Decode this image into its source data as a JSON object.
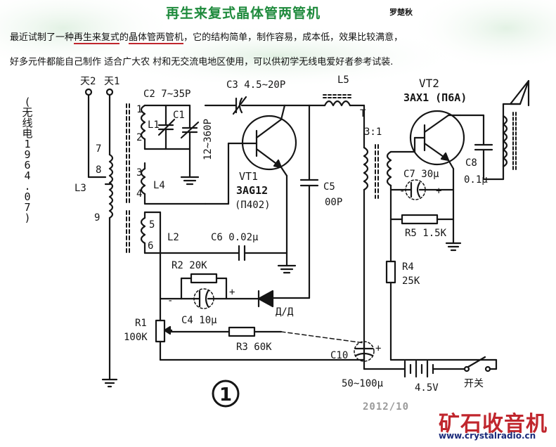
{
  "page": {
    "title": "再生来复式晶体管两管机",
    "author": "罗楚秋",
    "intro_line1": [
      "最近试制了一种",
      "再生来复式",
      "的",
      "晶体管两管机",
      "，它的结构简单，制作容易，成本低，效果比较满意，"
    ],
    "intro_line2": "好多元件都能自己制作 适合广大农 村和无交流电地区使用，可以供初学无线电爱好者参考试装.",
    "source_chars": [
      "(",
      "无",
      "线",
      "电",
      "1",
      "9",
      "6",
      "4",
      ".",
      "0",
      "7",
      ")"
    ],
    "date_watermark": "2012/10",
    "logo_text": "矿石收音机",
    "website": "www.crystalradio.cn",
    "colors": {
      "title": "#1e8a3c",
      "underline": "#c0262d",
      "logo": "#c0262d",
      "ink": "#151515"
    }
  },
  "schematic": {
    "labels": {
      "ant2": "天2",
      "ant1": "天1",
      "c2": "C2 7~35P",
      "c1": "C1",
      "c1_range": "12~360P",
      "c3": "C3 4.5~20P",
      "l5": "L5",
      "t": "T",
      "ratio": "3:1",
      "vt2": "VT2",
      "vt2_type": "3AX1 (П6A)",
      "n1": "1",
      "n2": "2",
      "n3": "3",
      "n4": "4",
      "n5": "5",
      "n6": "6",
      "n7": "7",
      "n8": "8",
      "n9": "9",
      "l1": "L1",
      "l3": "L3",
      "l4": "L4",
      "l2": "L2",
      "vt1": "VT1",
      "vt1_type": "3AG12",
      "vt1_alt": "(П402)",
      "c5": "C5",
      "c5_val": "00P",
      "c6": "C6 0.02μ",
      "c7": "C7 30μ",
      "c8": "C8",
      "c8_val": "0.1μ",
      "r5": "R5 1.5K",
      "r4": "R4",
      "r4_val": "25K",
      "r2": "R2 20K",
      "c4": "C4 10μ",
      "diode": "Д/Д",
      "r1": "R1",
      "r1_val": "100K",
      "r3": "R3 60K",
      "c10": "C10",
      "c10_val": "50~100μ",
      "battery": "4.5V",
      "switch": "开关",
      "fig": "1",
      "minus": "-",
      "plus": "+"
    }
  }
}
